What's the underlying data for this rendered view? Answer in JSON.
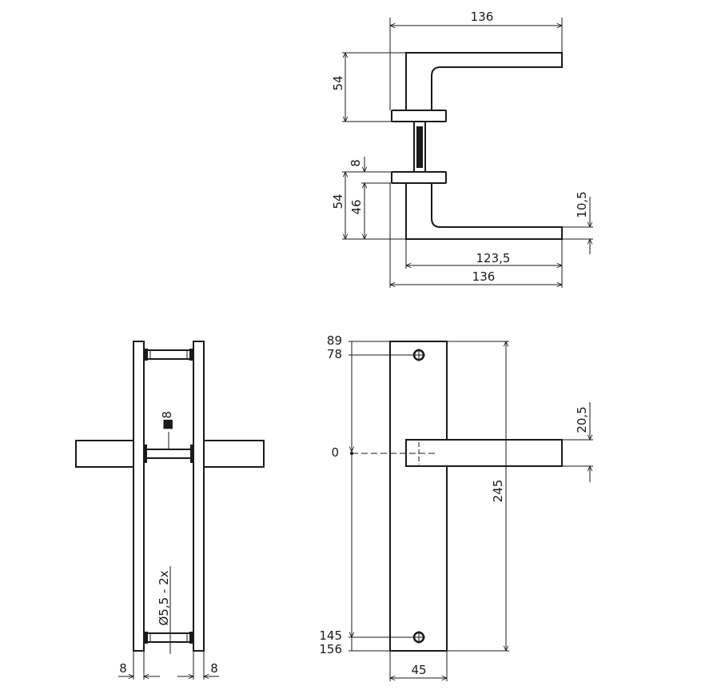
{
  "drawing": {
    "top_view": {
      "overall_width_top": "136",
      "height_top": "54",
      "thickness": "8",
      "height_bottom": "54",
      "inner_height": "46",
      "lever_thickness": "10,5",
      "lever_length": "123,5",
      "overall_width_bottom": "136"
    },
    "side_view": {
      "square_spindle": "■8",
      "screw_holes": "Ø5,5 - 2x",
      "plate_thickness_left": "8",
      "plate_thickness_right": "8"
    },
    "front_view": {
      "top_offset_plate": "89",
      "top_offset_hole": "78",
      "origin": "0",
      "bottom_offset_hole": "145",
      "bottom_offset_plate": "156",
      "plate_height": "245",
      "lever_height": "20,5",
      "plate_width": "45"
    }
  }
}
